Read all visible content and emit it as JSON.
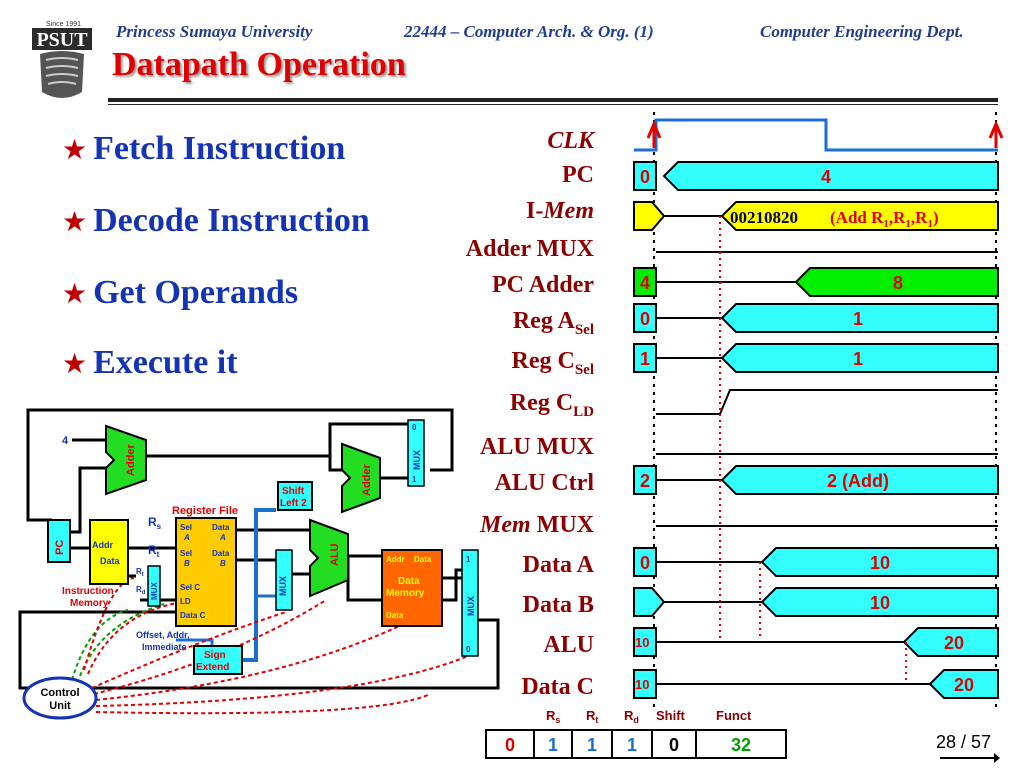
{
  "header": {
    "university": "Princess Sumaya University",
    "course": "22444 – Computer Arch. & Org. (1)",
    "department": "Computer Engineering Dept.",
    "logo_text": "PSUT",
    "logo_since": "Since 1991"
  },
  "title": "Datapath Operation",
  "bullets": [
    "Fetch Instruction",
    "Decode Instruction",
    "Get Operands",
    "Execute it"
  ],
  "signals": {
    "clk": "CLK",
    "pc": "PC",
    "imem_prefix": "I-",
    "imem_italic": "Mem",
    "adder_mux": "Adder MUX",
    "pc_adder": "PC Adder",
    "reg_a": "Reg A",
    "reg_a_sub": "Sel",
    "reg_c": "Reg C",
    "reg_c_sub": "Sel",
    "reg_cld": "Reg C",
    "reg_cld_sub": "LD",
    "alu_mux": "ALU MUX",
    "alu_ctrl": "ALU Ctrl",
    "mem_mux_italic": "Mem",
    "mem_mux_rest": " MUX",
    "data_a": "Data A",
    "data_b": "Data B",
    "alu": "ALU",
    "data_c": "Data C"
  },
  "waves": {
    "pc_old": "0",
    "pc_new": "4",
    "imem_new": "00210820",
    "imem_note_a": "(Add R",
    "imem_note_sub": "1",
    "pc_adder_old": "4",
    "pc_adder_new": "8",
    "rega_old": "0",
    "rega_new": "1",
    "regc_old": "1",
    "regc_new": "1",
    "aluctrl_old": "2",
    "aluctrl_new": "2 (Add)",
    "dataa_old": "0",
    "dataa_new": "10",
    "datab_new": "10",
    "alu_old": "10",
    "alu_new": "20",
    "datac_old": "10",
    "datac_new": "20"
  },
  "fields": {
    "headers": [
      "R",
      "R",
      "R",
      "Shift",
      "Funct"
    ],
    "header_subs": [
      "s",
      "t",
      "d",
      "",
      ""
    ],
    "values": [
      "0",
      "1",
      "1",
      "1",
      "0",
      "32"
    ]
  },
  "datapath": {
    "const4": "4",
    "adder": "Adder",
    "pc": "PC",
    "imem_addr": "Addr",
    "imem_data": "Data",
    "imem_label1": "Instruction",
    "imem_label2": "Memory",
    "rf_title": "Register File",
    "rs": "R",
    "rs_sub": "s",
    "rt": "R",
    "rt_sub": "t",
    "rf_sel_a": "Sel",
    "rf_a": "A",
    "rf_data_a": "Data",
    "rf_data_a2": "A",
    "rf_sel_b": "Sel",
    "rf_b": "B",
    "rf_data_b": "Data",
    "rf_data_b2": "B",
    "rf_sel_c": "Sel C",
    "rf_ld": "LD",
    "rf_data_c": "Data C",
    "mux_rt": "R",
    "mux_rt_sub": "t",
    "mux_rd": "R",
    "mux_rd_sub": "d",
    "mux": "MUX",
    "shift1": "Shift",
    "shift2": "Left 2",
    "alu": "ALU",
    "dm_addr": "Addr",
    "dm_data": "Data",
    "dm_label1": "Data",
    "dm_label2": "Memory",
    "dm_data_in": "Data",
    "offset1": "Offset, Addr,",
    "offset2": "Immediate",
    "sign1": "Sign",
    "sign2": "Extend",
    "cu1": "Control",
    "cu2": "Unit",
    "mux0": "0",
    "mux1": "1"
  },
  "page": "28 / 57",
  "colors": {
    "header": "#1f3c8f",
    "title": "#e00000",
    "bullet": "#1434b4",
    "signal": "#8b0000",
    "bus": "#33ffff",
    "bus_green": "#00ee00",
    "bus_yellow": "#ffff00",
    "adder_green": "#22dd22",
    "rf_yellow": "#ffcc00",
    "dm_orange": "#ff6600"
  }
}
